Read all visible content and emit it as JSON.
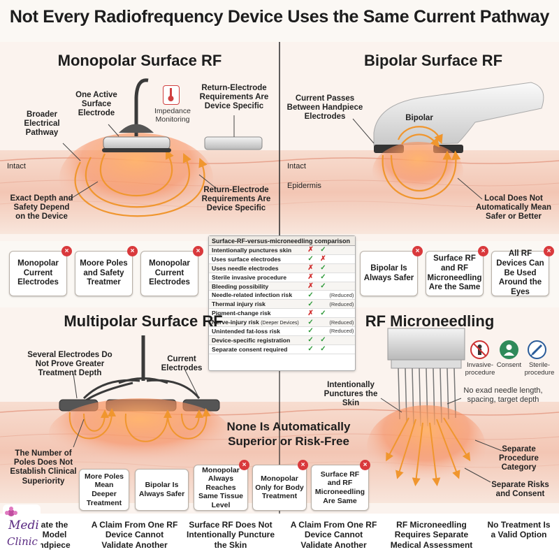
{
  "title": "Not Every Radiofrequency Device Uses the Same Current Pathway",
  "quadrants": {
    "monopolar": {
      "title": "Monopolar Surface RF",
      "labels": {
        "active_electrode": "One Active Surface Electrode",
        "broader_pathway": "Broader Electrical Pathway",
        "impedance": "Impedance Monitoring",
        "return_top": "Return-Electrode Requirements Are Device Specific",
        "intact": "Intact",
        "depth": "Exact Depth and Safety Depend on the Device",
        "return_bottom": "Return-Electrode Requirements Are Device Specific"
      }
    },
    "bipolar": {
      "title": "Bipolar Surface RF",
      "labels": {
        "passes": "Current Passes Between Handpiece Electrodes",
        "bipolar": "Bipolar",
        "intact": "Intact",
        "epidermis": "Epidermis",
        "local": "Local Does Not Automatically Mean Safer or Better"
      }
    },
    "multipolar": {
      "title": "Multipolar Surface RF",
      "labels": {
        "several": "Several Electrodes Do Not Prove Greater Treatment Depth",
        "current": "Current Electrodes",
        "number": "The Number of Poles Does Not Establish Clinical Superiority"
      }
    },
    "microneedling": {
      "title": "RF Microneedling",
      "labels": {
        "punctures": "Intentionally Punctures the Skin",
        "no_exact": "No exad needle length, spacing, target depth",
        "separate_cat": "Separate Procedure Category",
        "separate_risks": "Separate Risks and Consent",
        "icon_invasive": "Invasive-procedure",
        "icon_consent": "Consent",
        "icon_sterile": "Sterile-procedure"
      }
    }
  },
  "myth_cards_top_left": [
    "Monopolar Current Electrodes",
    "Moore Poles and Safety Treatmer",
    "Monopolar Current Electrodes"
  ],
  "myth_cards_top_right": [
    "Bipolar Is Always Safer",
    "Surface RF and RF Microneedling Are the Same",
    "All RF Devices Can Be Used Around the Eyes"
  ],
  "myth_cards_bottom": [
    "More Poles Mean Deeper Treatment",
    "Bipolar Is Always Safer",
    "Monopolar Always Reaches Same Tissue Level",
    "Monopolar Only for Body Treatment",
    "Surface RF and RF Microneedling Are Same"
  ],
  "badge_x": "×",
  "comparison": {
    "header": "Surface-RF-versus-microneedling comparison",
    "rows": [
      {
        "label": "Intentionally punctures skin",
        "note_inline": "",
        "surface": "✗",
        "needle": "✓",
        "note": ""
      },
      {
        "label": "Uses surface electrodes",
        "note_inline": "",
        "surface": "✓",
        "needle": "✗",
        "note": ""
      },
      {
        "label": "Uses needle electrodes",
        "note_inline": "",
        "surface": "✗",
        "needle": "✓",
        "note": ""
      },
      {
        "label": "Sterile invasive procedure",
        "note_inline": "",
        "surface": "✗",
        "needle": "✓",
        "note": ""
      },
      {
        "label": "Bleeding possibility",
        "note_inline": "",
        "surface": "✗",
        "needle": "✓",
        "note": ""
      },
      {
        "label": "Needle-related infection risk",
        "note_inline": "",
        "surface": "✓",
        "needle": "",
        "note": "(Reduced)"
      },
      {
        "label": "Thermal injury risk",
        "note_inline": "",
        "surface": "✓",
        "needle": "",
        "note": "(Reduced)"
      },
      {
        "label": "Pigment-change risk",
        "note_inline": "",
        "surface": "✗",
        "needle": "✓",
        "note": ""
      },
      {
        "label": "Nerve-injury risk ",
        "note_inline": "(Deeper Devices)",
        "surface": "✓",
        "needle": "",
        "note": "(Reduced)"
      },
      {
        "label": "Unintended fat-loss risk",
        "note_inline": "",
        "surface": "✓",
        "needle": "",
        "note": "(Reduced)"
      },
      {
        "label": "Device-specific registration",
        "note_inline": "",
        "surface": "✓",
        "needle": "✓",
        "note": ""
      },
      {
        "label": "Separate consent required",
        "note_inline": "",
        "surface": "✓",
        "needle": "✓",
        "note": ""
      }
    ]
  },
  "center_banner": "None Is Automatically Superior or Risk-Free",
  "bottom_labels": [
    "ate the Model ndpiece",
    "A Claim From One RF Device Cannot Validate Another",
    "Surface RF Does Not Intentionally Puncture the Skin",
    "A Claim From One RF Device Cannot Validate Another",
    "RF Microneedling Requires Separate Medical Assessment",
    "No Treatment Is a Valid Option"
  ],
  "logo": {
    "line1": "Medi",
    "line2": "Clinic"
  },
  "colors": {
    "accent_red": "#d9393c",
    "heat_orange": "#f08a2c",
    "skin_pink": "#f6d3c4",
    "check_green": "#2f9a3a"
  }
}
